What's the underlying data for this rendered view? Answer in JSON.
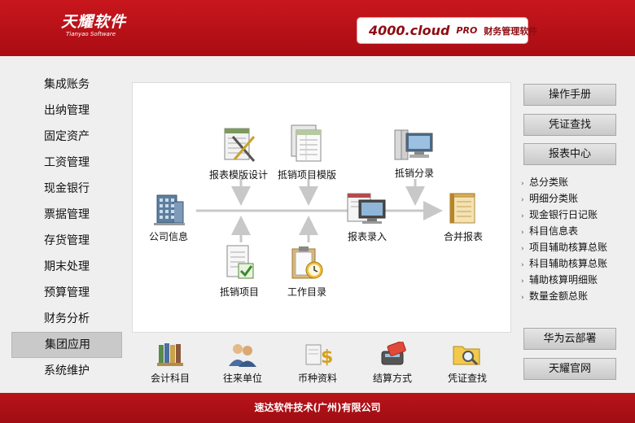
{
  "header": {
    "logo_cn": "天耀软件",
    "logo_en": "Tianyao Software",
    "product_version": "4000.cloud",
    "product_edition": "PRO",
    "product_name": "财务管理软件"
  },
  "left_menu": {
    "items": [
      {
        "label": "集成账务"
      },
      {
        "label": "出纳管理"
      },
      {
        "label": "固定资产"
      },
      {
        "label": "工资管理"
      },
      {
        "label": "现金银行"
      },
      {
        "label": "票据管理"
      },
      {
        "label": "存货管理"
      },
      {
        "label": "期末处理"
      },
      {
        "label": "预算管理"
      },
      {
        "label": "财务分析"
      },
      {
        "label": "集团应用",
        "active": true
      },
      {
        "label": "系统维护"
      }
    ]
  },
  "flow": {
    "report_template_design": "报表模版设计",
    "offset_item_template": "抵销项目模版",
    "offset_entry": "抵销分录",
    "company_info": "公司信息",
    "report_entry": "报表录入",
    "consolidated_report": "合并报表",
    "offset_items": "抵销项目",
    "work_catalog": "工作目录"
  },
  "right_panel": {
    "operation_manual": "操作手册",
    "voucher_search": "凭证查找",
    "report_center": "报表中心",
    "reports": [
      "总分类账",
      "明细分类账",
      "现金银行日记账",
      "科目信息表",
      "项目辅助核算总账",
      "科目辅助核算总账",
      "辅助核算明细账",
      "数量金额总账"
    ],
    "huawei_cloud": "华为云部署",
    "official_site": "天耀官网"
  },
  "bottom_toolbar": {
    "items": [
      {
        "label": "会计科目",
        "icon": "ledger-books-icon"
      },
      {
        "label": "往来单位",
        "icon": "people-icon"
      },
      {
        "label": "币种资料",
        "icon": "currency-icon"
      },
      {
        "label": "结算方式",
        "icon": "card-reader-icon"
      },
      {
        "label": "凭证查找",
        "icon": "folder-search-icon"
      }
    ]
  },
  "footer": {
    "company": "速达软件技术(广州)有限公司"
  },
  "colors": {
    "brand_red": "#b8141a",
    "panel_bg": "#ffffff",
    "page_bg": "#efefef"
  }
}
